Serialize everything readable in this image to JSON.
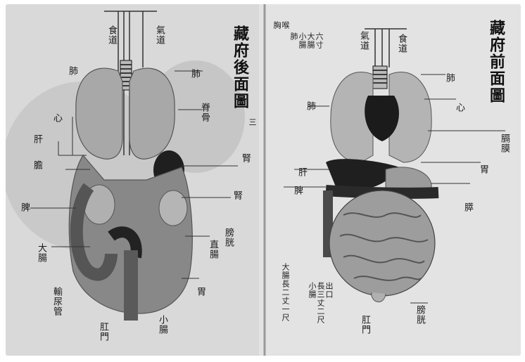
{
  "figure": {
    "right_title": "藏府前面圖",
    "middle_title": "藏府後面圖",
    "middle_title_suffix": "三",
    "right_note_lines": [
      "喉",
      "胸",
      "肺",
      "小腸",
      "大腸",
      "六寸"
    ],
    "left_note": "大腸長二丈一尺",
    "right_bottom_notes": [
      "小腸",
      "長三丈二尺",
      "出口"
    ]
  },
  "labels_left": {
    "food_pipe": "食道",
    "wind_pipe": "氣道",
    "lung_l": "肺",
    "lung_r": "肺",
    "spine": "脊骨",
    "heart": "心",
    "liver": "肝",
    "gallbladder": "膽",
    "right_kidney": "腎",
    "kidney": "腎",
    "spleen": "脾",
    "bladder": "膀胱",
    "large_intestine": "大腸",
    "rectum": "直腸",
    "urinary_bladder_text": "輸尿管",
    "anus": "肛門",
    "stomach": "胃",
    "side_upper_left": "小腸"
  },
  "labels_right": {
    "trachea": "氣道",
    "esophagus": "食道",
    "lung_r": "肺",
    "heart": "心",
    "lung_label": "肺",
    "diaphragm": "膈膜",
    "liver": "肝",
    "stomach": "胃",
    "spleen": "脾",
    "pancreas": "膵",
    "bladder": "膀胱",
    "anus": "肛門"
  }
}
